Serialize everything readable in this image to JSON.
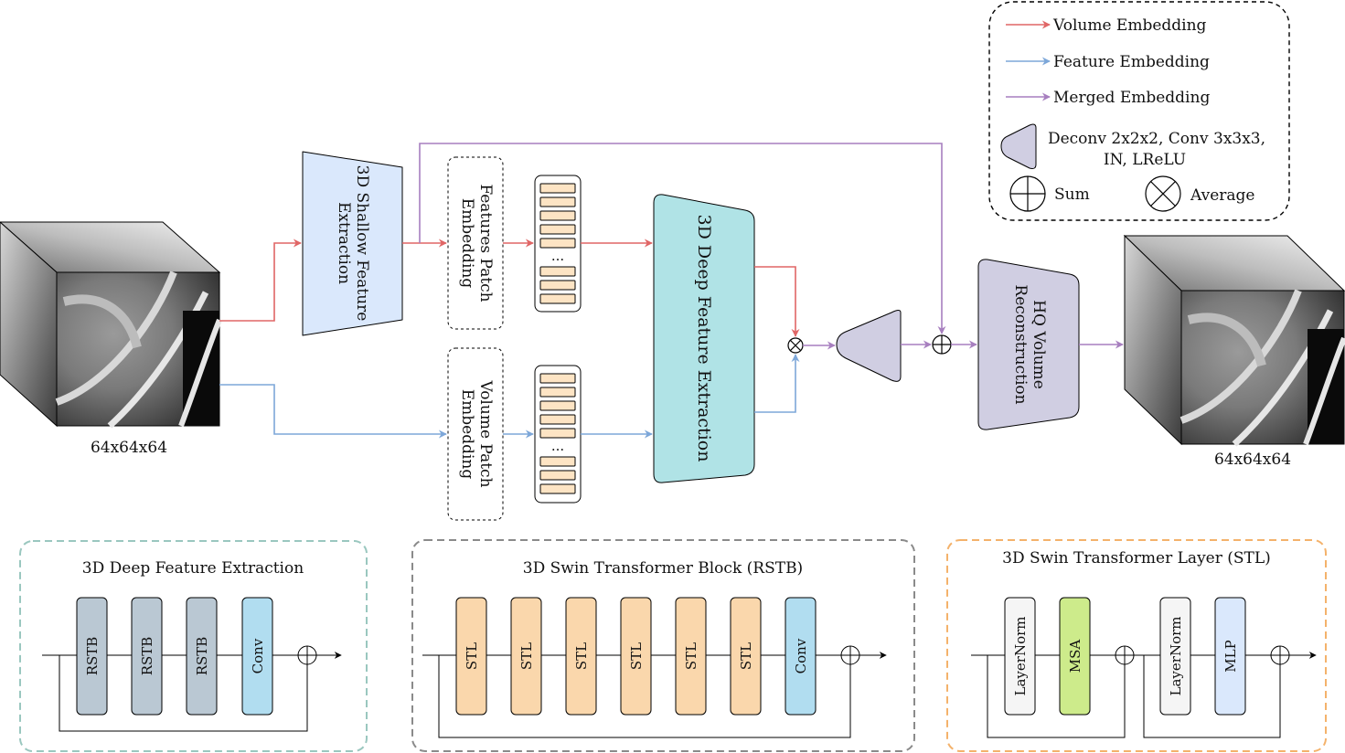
{
  "legend": {
    "volume_embedding": "Volume Embedding",
    "feature_embedding": "Feature Embedding",
    "merged_embedding": "Merged Embedding",
    "deconv_line1": "Deconv 2x2x2, Conv 3x3x3,",
    "deconv_line2": "IN, LReLU",
    "sum": "Sum",
    "average": "Average"
  },
  "colors": {
    "volume": "#e06666",
    "feature": "#7da7d9",
    "merged": "#a77fbf",
    "shallow_fill": "#dae8fc",
    "deep_fill": "#b0e3e6",
    "hq_fill": "#d0cee2",
    "token_fill": "#fde4c4",
    "rstb_fill": "#bac8d3",
    "conv_fill": "#b1ddf0",
    "stl_fill": "#fad7ac",
    "layernorm_fill": "#f5f5f5",
    "msa_fill": "#cdeb8b",
    "mlp_fill": "#dae8fc",
    "box1_border": "#9ac7bf",
    "box2_border": "#8a8a8a",
    "box3_border": "#f4b26b"
  },
  "main": {
    "input_size": "64x64x64",
    "output_size": "64x64x64",
    "shallow_line1": "3D Shallow Feature",
    "shallow_line2": "Extraction",
    "features_patch_line1": "Features Patch",
    "features_patch_line2": "Embedding",
    "volume_patch_line1": "Volume Patch",
    "volume_patch_line2": "Embedding",
    "deep_feature": "3D Deep Feature Extraction",
    "hq_line1": "HQ Volume",
    "hq_line2": "Reconstruction",
    "ellipsis": "..."
  },
  "panels": {
    "dfe": {
      "title": "3D Deep Feature Extraction",
      "blocks": [
        "RSTB",
        "RSTB",
        "RSTB",
        "Conv"
      ]
    },
    "rstb": {
      "title": "3D Swin Transformer Block (RSTB)",
      "blocks": [
        "STL",
        "STL",
        "STL",
        "STL",
        "STL",
        "STL",
        "Conv"
      ]
    },
    "stl": {
      "title": "3D Swin Transformer Layer (STL)",
      "blocks": [
        "LayerNorm",
        "MSA",
        "LayerNorm",
        "MLP"
      ]
    }
  }
}
